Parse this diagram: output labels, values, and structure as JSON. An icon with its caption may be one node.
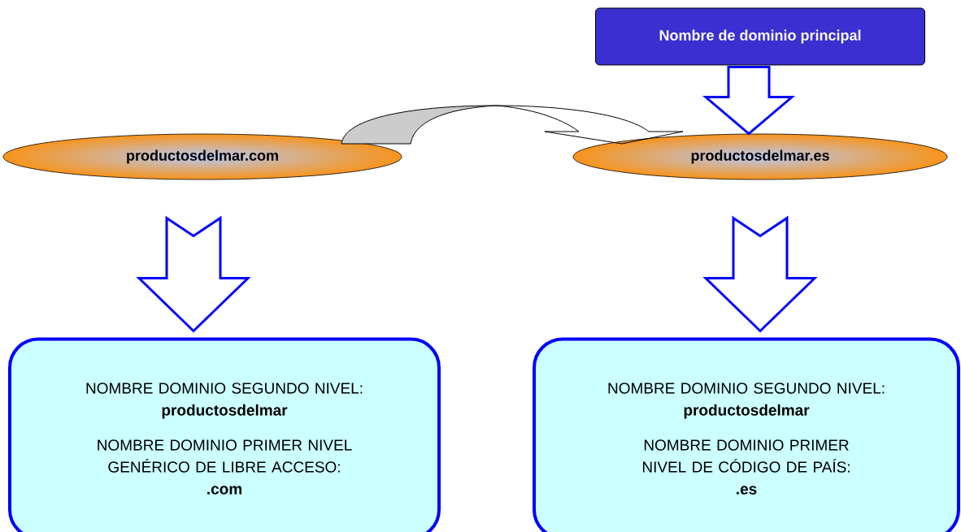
{
  "diagram": {
    "nodes": [
      {
        "text": [
          "Nombre de dominio principal"
        ]
      },
      {
        "text": [
          "productosdelmar.com"
        ]
      },
      {
        "text": [
          "productosdelmar.es"
        ]
      },
      {
        "text": [
          "NOMBRE DOMINIO SEGUNDO NIVEL:",
          "productosdelmar",
          "NOMBRE DOMINIO PRIMER NIVEL GENÉRICO DE LIBRE ACCESO:",
          ".com"
        ]
      },
      {
        "text": [
          "NOMBRE DOMINIO SEGUNDO NIVEL:",
          "productosdelmar",
          "NOMBRE DOMINIO PRIMER NIVEL DE CÓDIGO DE PAÍS:",
          ".es"
        ]
      }
    ],
    "edges": [
      {
        "from": 0,
        "to": 2,
        "arrow": "to"
      },
      {
        "from": 1,
        "to": 2,
        "arrow": "to",
        "color": "#cccccc"
      },
      {
        "from": 1,
        "to": 3,
        "arrow": "to"
      },
      {
        "from": 2,
        "to": 4,
        "arrow": "to"
      }
    ]
  }
}
